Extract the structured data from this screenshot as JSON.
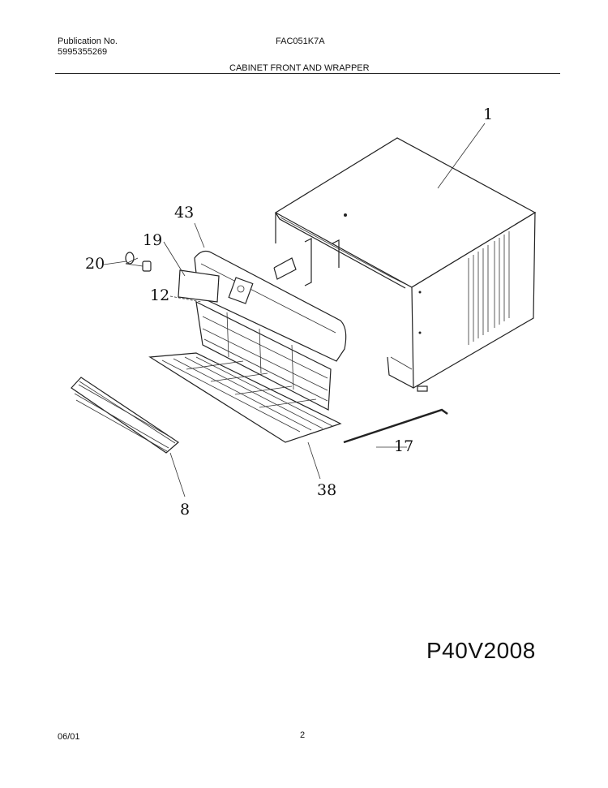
{
  "header": {
    "publication_label": "Publication No.",
    "publication_number": "5995355269",
    "model": "FAC051K7A",
    "section_title": "CABINET FRONT AND WRAPPER"
  },
  "parts": [
    {
      "id": "cabinet-wrapper",
      "label": "1"
    },
    {
      "id": "front-panel",
      "label": "43"
    },
    {
      "id": "control-cover",
      "label": "19"
    },
    {
      "id": "knob",
      "label": "20"
    },
    {
      "id": "air-filter",
      "label": "12"
    },
    {
      "id": "louver",
      "label": "8"
    },
    {
      "id": "seal-strip",
      "label": "17"
    },
    {
      "id": "intake-grille",
      "label": "38"
    }
  ],
  "diagram_code": "P40V2008",
  "footer": {
    "date": "06/01",
    "page": "2"
  }
}
